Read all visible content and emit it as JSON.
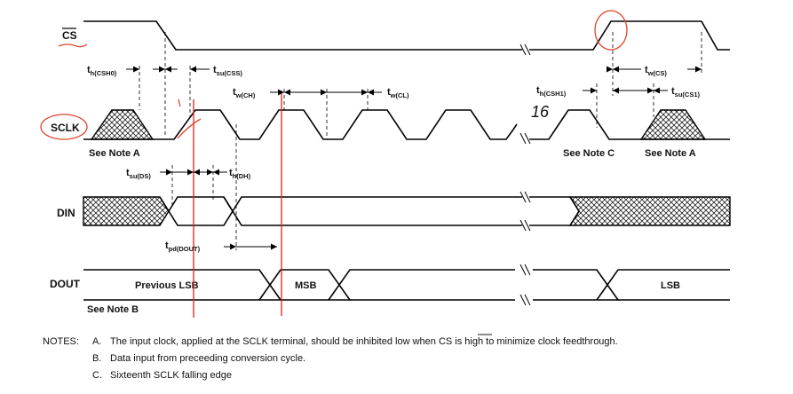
{
  "signals": {
    "cs": "CS",
    "sclk": "SCLK",
    "din": "DIN",
    "dout": "DOUT"
  },
  "timing": {
    "th_csh0": {
      "main": "t",
      "sub": "h(CSH0)"
    },
    "tsu_css": {
      "main": "t",
      "sub": "su(CSS)"
    },
    "tw_ch": {
      "main": "t",
      "sub": "w(CH)"
    },
    "tw_cl": {
      "main": "t",
      "sub": "w(CL)"
    },
    "th_csh1": {
      "main": "t",
      "sub": "h(CSH1)"
    },
    "tw_cs": {
      "main": "t",
      "sub": "w(CS)"
    },
    "tsu_cs1": {
      "main": "t",
      "sub": "su(CS1)"
    },
    "tsu_ds": {
      "main": "t",
      "sub": "su(DS)"
    },
    "th_dh": {
      "main": "t",
      "sub": "h(DH)"
    },
    "tpd_dout": {
      "main": "t",
      "sub": "pd(DOUT)"
    }
  },
  "notes_refs": {
    "see_a_left": "See Note A",
    "see_c": "See Note C",
    "see_a_right": "See Note A",
    "see_b": "See Note B"
  },
  "dout_labels": {
    "previous": "Previous LSB",
    "msb": "MSB",
    "lsb": "LSB"
  },
  "notes": {
    "heading": "NOTES:",
    "a_letter": "A.",
    "a_before": "The input clock, applied at the SCLK terminal, should be inhibited low when",
    "a_cs": "CS",
    "a_after": "is high to minimize clock feedthrough.",
    "b_letter": "B.",
    "b_text": "Data input from preceeding conversion cycle.",
    "c_letter": "C.",
    "c_text": "Sixteenth SCLK falling edge"
  },
  "annotation": {
    "handwritten": "16"
  }
}
